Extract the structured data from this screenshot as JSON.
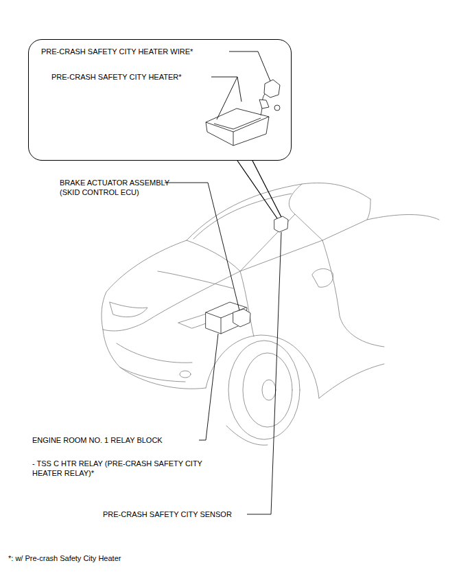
{
  "diagram": {
    "nodes": [
      {
        "text": [
          "PRE-CRASH SAFETY CITY HEATER WIRE*",
          "PRE-CRASH SAFETY CITY HEATER*"
        ]
      }
    ],
    "labels": [
      "BRAKE ACTUATOR ASSEMBLY (SKID CONTROL ECU)",
      "ENGINE ROOM NO. 1 RELAY BLOCK",
      "- TSS C HTR RELAY (PRE-CRASH SAFETY CITY HEATER RELAY)*",
      "PRE-CRASH SAFETY CITY SENSOR",
      "*: w/ Pre-crash Safety City Heater"
    ]
  }
}
